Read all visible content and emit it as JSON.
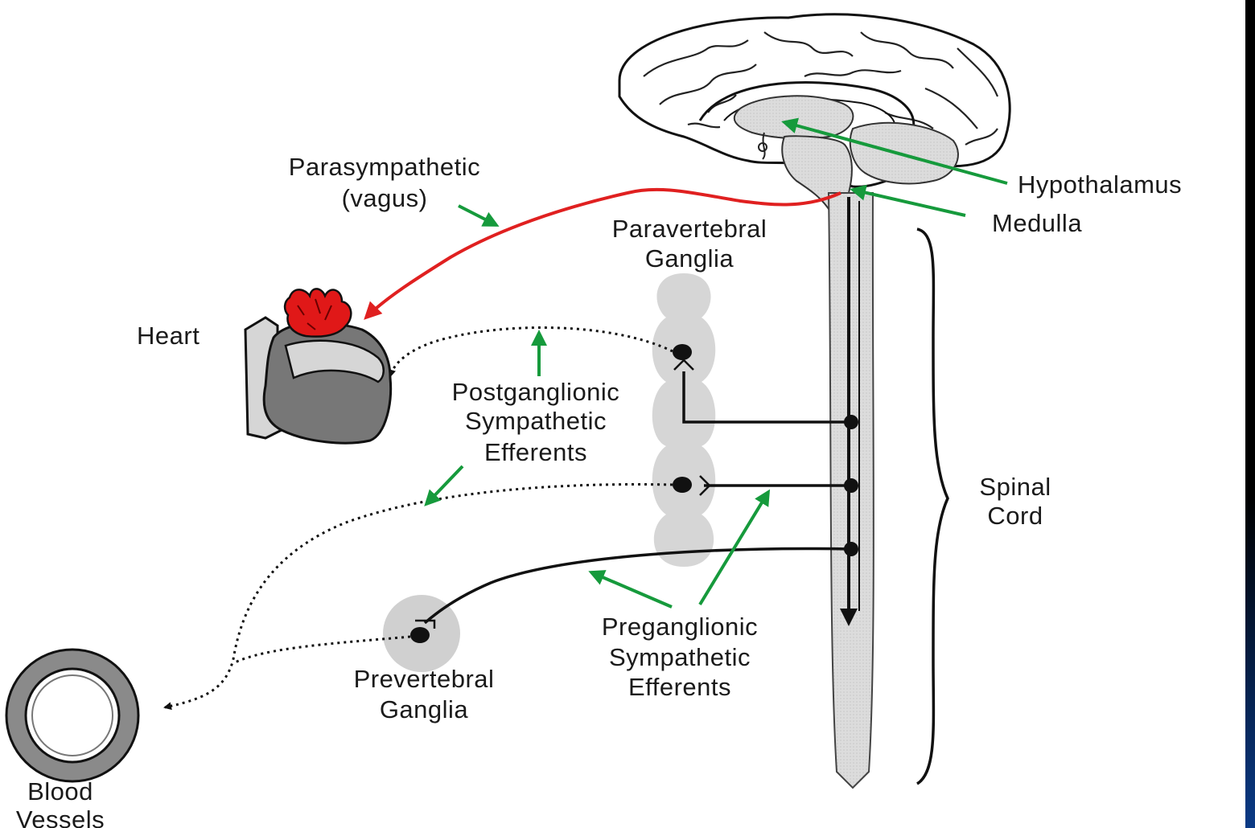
{
  "labels": {
    "hypothalamus": "Hypothalamus",
    "medulla": "Medulla",
    "parasympathetic_line1": "Parasympathetic",
    "parasympathetic_line2": "(vagus)",
    "paravertebral_line1": "Paravertebral",
    "paravertebral_line2": "Ganglia",
    "heart": "Heart",
    "postganglionic_line1": "Postganglionic",
    "postganglionic_line2": "Sympathetic",
    "postganglionic_line3": "Efferents",
    "spinal_line1": "Spinal",
    "spinal_line2": "Cord",
    "preganglionic_line1": "Preganglionic",
    "preganglionic_line2": "Sympathetic",
    "preganglionic_line3": "Efferents",
    "prevertebral_line1": "Prevertebral",
    "prevertebral_line2": "Ganglia",
    "blood_line1": "Blood",
    "blood_line2": "Vessels"
  },
  "colors": {
    "parasympathetic_nerve": "#e02020",
    "label_arrows": "#169a3c",
    "heart_atria": "#e01818",
    "tissue_gray": "#777777",
    "structure_light_gray": "#d6d6d6",
    "background_slide": "#ffffff",
    "frame_dark": "#000000",
    "frame_blue": "#0d4aa4"
  }
}
